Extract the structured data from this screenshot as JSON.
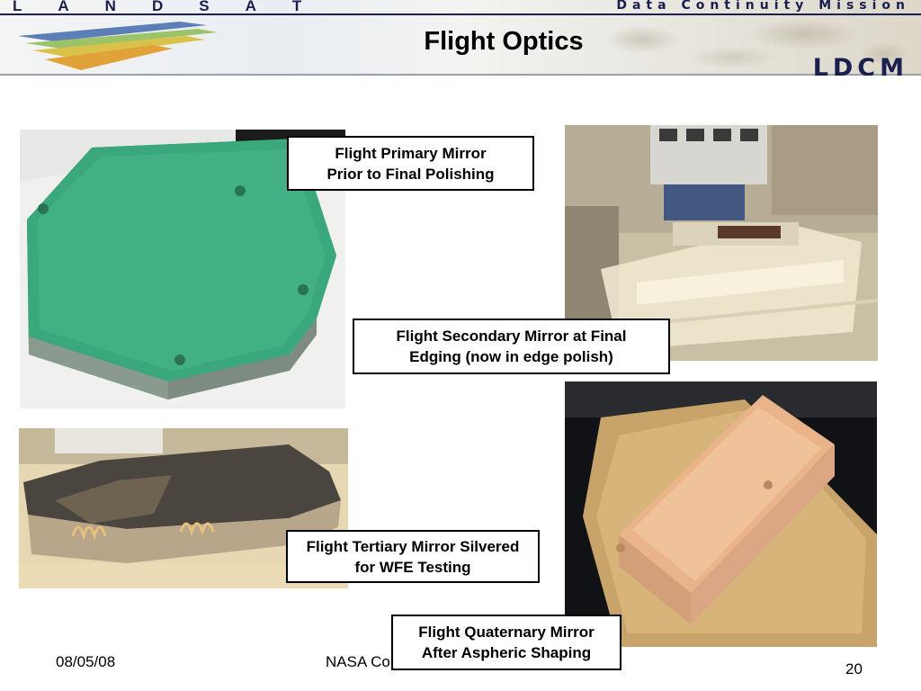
{
  "header": {
    "left_letters": [
      "L",
      "A",
      "N",
      "D",
      "S",
      "A",
      "T"
    ],
    "right_text": "Data Continuity Mission",
    "logo_text": "LDCM",
    "title": "Flight Optics"
  },
  "photos": [
    {
      "caption_lines": [
        "Flight Primary Mirror",
        "Prior to Final Polishing"
      ]
    },
    {
      "caption_lines": [
        "Flight Secondary Mirror at Final",
        "Edging (now in edge polish)"
      ]
    },
    {
      "caption_lines": [
        "Flight Tertiary Mirror Silvered",
        "for WFE Testing"
      ]
    },
    {
      "caption_lines": [
        "Flight Quaternary Mirror",
        "After Aspheric Shaping"
      ]
    }
  ],
  "footer": {
    "date": "08/05/08",
    "org": "NASA Co",
    "page": "20"
  },
  "colors": {
    "navy": "#1a1f4f",
    "mirror_green": "#3aa87a",
    "mirror_peach": "#e9b48a"
  }
}
